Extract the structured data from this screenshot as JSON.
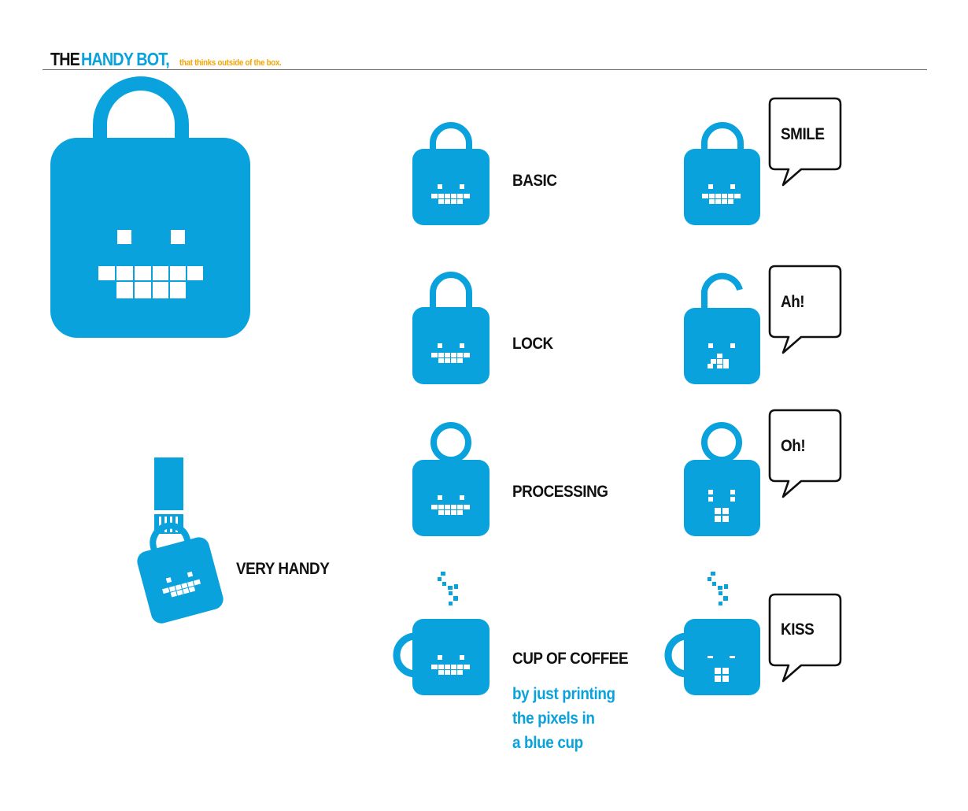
{
  "header": {
    "title_part1": "THE",
    "title_part2": "HANDY BOT,",
    "tagline": "that thinks outside of the box."
  },
  "labels": {
    "basic": "BASIC",
    "lock": "LOCK",
    "processing": "PROCESSING",
    "cup_of_coffee": "CUP OF COFFEE",
    "very_handy": "VERY HANDY"
  },
  "coffee_note": {
    "line1": "by just printing",
    "line2": "the pixels in",
    "line3": "a blue cup"
  },
  "bubbles": {
    "smile": "SMILE",
    "ah": "Ah!",
    "oh": "Oh!",
    "kiss": "KISS"
  },
  "colors": {
    "bot_blue": "#0aa2dc",
    "tagline_orange": "#f5a300",
    "text": "#111111"
  }
}
